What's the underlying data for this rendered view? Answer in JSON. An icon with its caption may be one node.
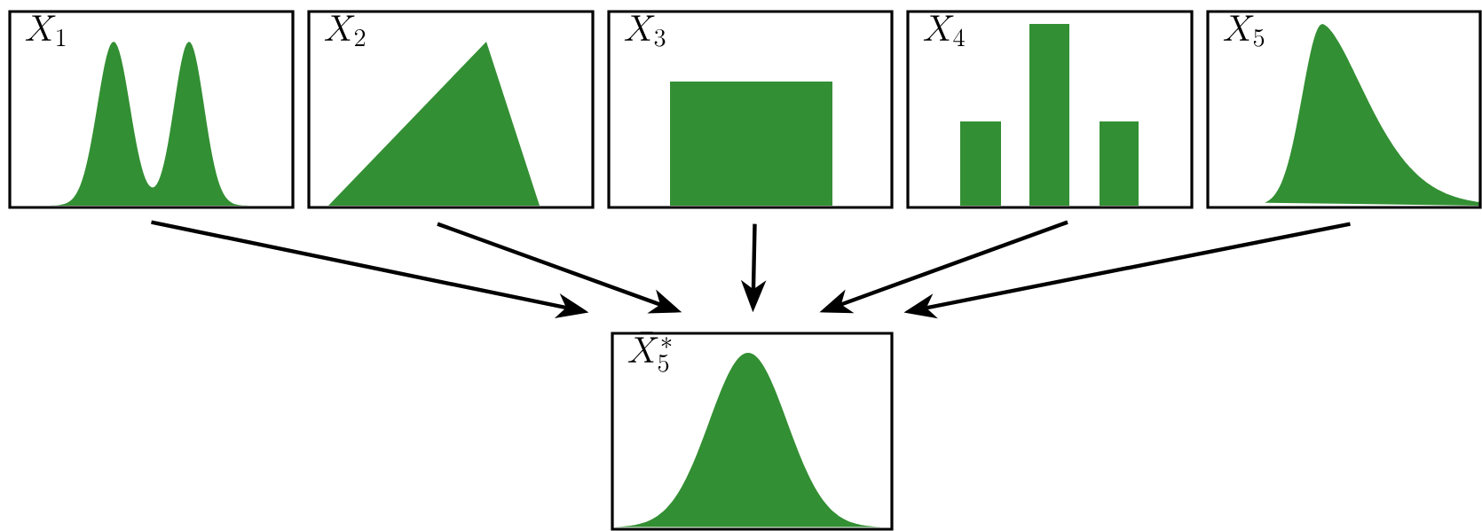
{
  "diagram": {
    "nodes": [
      {
        "text": [
          "X_1"
        ]
      },
      {
        "text": [
          "X_2"
        ]
      },
      {
        "text": [
          "X_3"
        ]
      },
      {
        "text": [
          "X_4"
        ]
      },
      {
        "text": [
          "X_5"
        ]
      },
      {
        "text": [
          "\\bar{X}_5^*"
        ]
      }
    ],
    "edges": [
      {
        "from": 0,
        "to": 5,
        "arrow": "to"
      },
      {
        "from": 1,
        "to": 5,
        "arrow": "to"
      },
      {
        "from": 2,
        "to": 5,
        "arrow": "to"
      },
      {
        "from": 3,
        "to": 5,
        "arrow": "to"
      },
      {
        "from": 4,
        "to": 5,
        "arrow": "to"
      }
    ]
  }
}
